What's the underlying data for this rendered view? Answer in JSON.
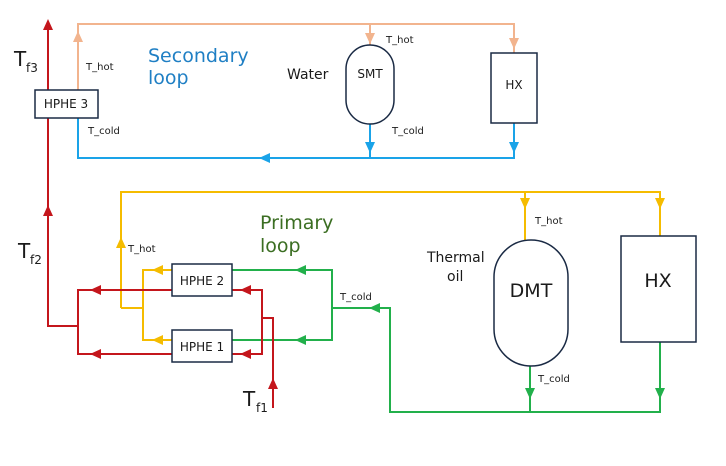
{
  "secondary_loop": {
    "title_line1": "Secondary",
    "title_line2": "loop",
    "title_color": "#1f7fc4",
    "fluid": "Water",
    "hot_color": "#f2b48e",
    "cold_color": "#1aa3e8"
  },
  "primary_loop": {
    "title_line1": "Primary",
    "title_line2": "loop",
    "title_color": "#3b6e22",
    "fluid_line1": "Thermal",
    "fluid_line2": "oil",
    "hot_color": "#f5bc00",
    "cold_color": "#22b04b"
  },
  "fuel_line": {
    "color": "#c4161c"
  },
  "components": {
    "hphe3": "HPHE 3",
    "hphe2": "HPHE 2",
    "hphe1": "HPHE 1",
    "smt": "SMT",
    "hx_top": "HX",
    "dmt": "DMT",
    "hx_bottom": "HX"
  },
  "labels": {
    "t_hot": "T_hot",
    "t_cold": "T_cold",
    "tf3_main": "T",
    "tf3_sub": "f3",
    "tf2_main": "T",
    "tf2_sub": "f2",
    "tf1_main": "T",
    "tf1_sub": "f1"
  }
}
